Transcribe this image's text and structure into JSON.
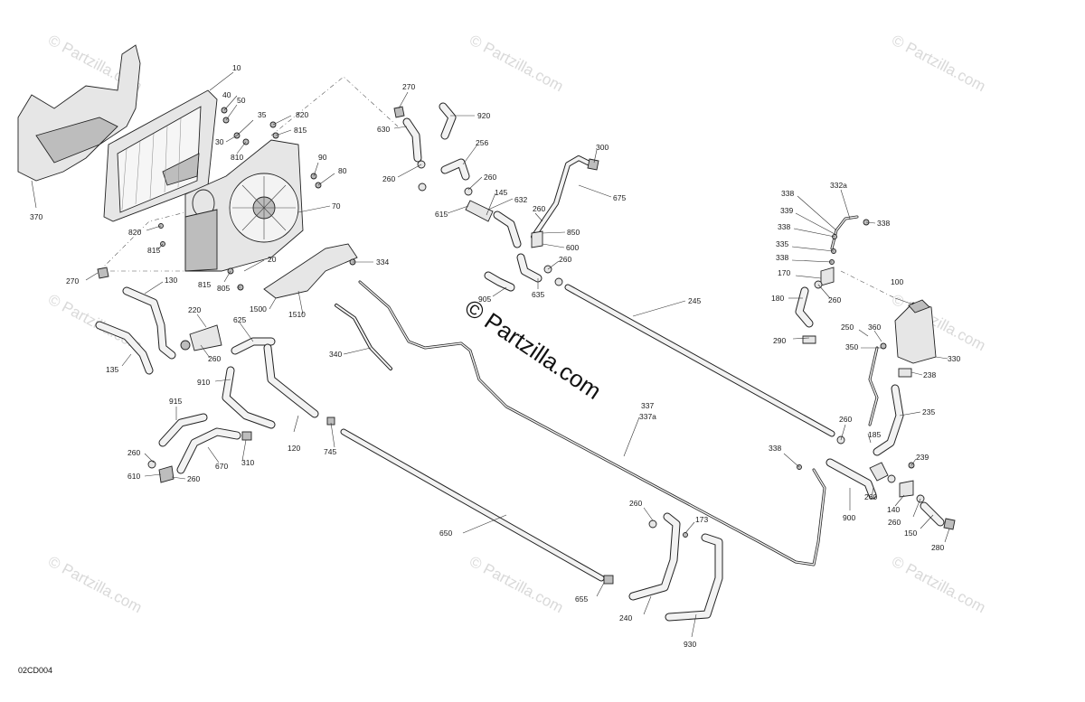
{
  "diagram_code": "02CD004",
  "watermark": {
    "small_text": "© Partzilla.com",
    "main_text": "© Partzilla.com"
  },
  "callouts": [
    "10",
    "40",
    "50",
    "35",
    "820",
    "815",
    "30",
    "810",
    "90",
    "80",
    "370",
    "70",
    "820",
    "815",
    "270",
    "805",
    "815",
    "20",
    "130",
    "220",
    "1500",
    "1510",
    "625",
    "334",
    "135",
    "260",
    "910",
    "915",
    "120",
    "745",
    "260",
    "610",
    "260",
    "670",
    "310",
    "270",
    "920",
    "630",
    "256",
    "260",
    "260",
    "632",
    "145",
    "615",
    "300",
    "675",
    "260",
    "850",
    "600",
    "260",
    "635",
    "905",
    "245",
    "340",
    "337",
    "337a",
    "650",
    "655",
    "240",
    "260",
    "173",
    "930",
    "332a",
    "338",
    "339",
    "338",
    "335",
    "338",
    "170",
    "338",
    "180",
    "260",
    "290",
    "100",
    "250",
    "360",
    "350",
    "330",
    "238",
    "235",
    "260",
    "185",
    "338",
    "239",
    "900",
    "260",
    "140",
    "260",
    "150",
    "280"
  ]
}
